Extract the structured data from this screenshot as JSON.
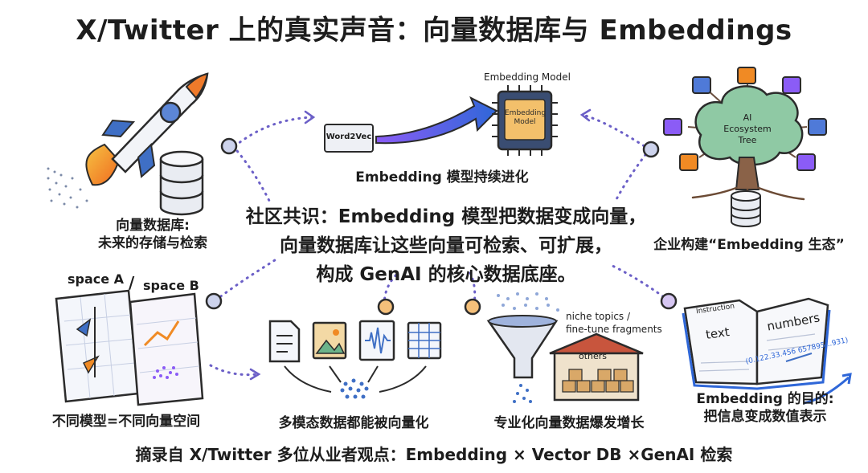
{
  "title": "X/Twitter 上的真实声音：向量数据库与 Embeddings",
  "center": {
    "line1": "社区共识：Embedding 模型把数据变成向量，",
    "line2": "向量数据库让这些向量可检索、可扩展，",
    "line3": "构成 GenAI 的核心数据底座。"
  },
  "panels": {
    "vector_db": {
      "line1": "向量数据库:",
      "line2": "未来的存储与检索"
    },
    "embedding_model": {
      "top_label": "Embedding Model",
      "chip_line1": "Embedding",
      "chip_line2": "Model",
      "word2vec": "Word2Vec",
      "caption": "Embedding 模型持续进化"
    },
    "ecosystem": {
      "tree_line1": "AI",
      "tree_line2": "Ecosystem",
      "tree_line3": "Tree",
      "caption": "企业构建“Embedding 生态”"
    },
    "spaces": {
      "space_a": "space A",
      "slash": "/",
      "space_b": "space B",
      "caption": "不同模型=不同向量空间"
    },
    "multimodal": {
      "caption": "多模态数据都能被向量化"
    },
    "funnel": {
      "annotation_line1": "niche topics /",
      "annotation_line2": "fine-tune fragments",
      "warehouse_label": "others",
      "caption": "专业化向量数据爆发增长"
    },
    "purpose": {
      "book_instruction": "Instruction",
      "book_text": "text",
      "book_numbers": "numbers",
      "number_string": "(0.122.33.456 657895...931)",
      "caption_line1": "Embedding 的目的:",
      "caption_line2": "把信息变成数值表示"
    }
  },
  "footer": "摘录自 X/Twitter 多位从业者观点：Embedding × Vector DB ×GenAI 检索",
  "colors": {
    "accent_blue": "#3d6fd6",
    "purple": "#8b5cf6",
    "orange": "#f08a24",
    "dot_line": "#6b5fc7",
    "tree_green": "#8fc9a4"
  }
}
